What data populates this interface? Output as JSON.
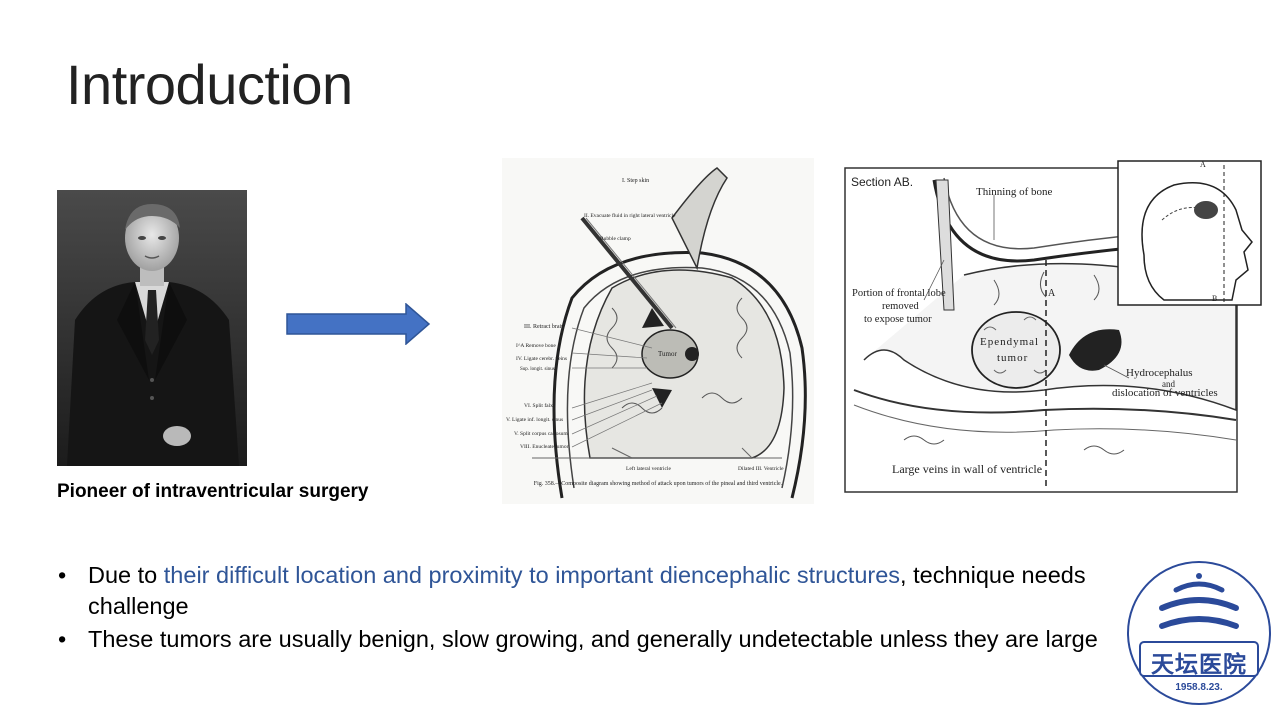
{
  "slide": {
    "title": "Introduction",
    "caption": "Pioneer of intraventricular surgery",
    "bullets": [
      {
        "prefix": "Due to ",
        "highlight": "their difficult location and proximity to important diencephalic structures",
        "suffix": ",  technique needs challenge"
      },
      {
        "prefix": "These tumors are usually benign, slow growing, and generally undetectable unless they are large"
      }
    ],
    "bullet_char": "•"
  },
  "diagram1": {
    "labels": {
      "l1": "I. Step  skin",
      "l2": "II. Evacuate fluid in right lateral ventricle",
      "l3": "Rubble clamp",
      "l4": "III. Retract brain",
      "l5": "I^A Remove bone",
      "l6": "IV. Ligate cerebr. veins",
      "l7": "Sup. longit. sinus",
      "l8": "VI. Split falx",
      "l9": "V. Ligate inf. longit. sinus",
      "l10": "V. Split corpus callosum",
      "l11": "VIII. Enucleate tumor",
      "l12": "Left lateral ventricle",
      "l13": "Dilated III. Ventricle",
      "tumor": "Tumor",
      "caption": "Fig. 358.—Composite diagram showing method of attack upon tumors of the pineal and third ventricle."
    }
  },
  "diagram2": {
    "labels": {
      "section": "Section AB.",
      "thinning": "Thinning of bone",
      "portion1": "Portion of frontal lobe",
      "portion2": "removed",
      "portion3": "to expose tumor",
      "ependymal1": "Ependymal",
      "ependymal2": "tumor",
      "hydro1": "Hydrocephalus",
      "hydro2": "and",
      "hydro3": "dislocation of ventricles",
      "veins": "Large veins in wall of ventricle",
      "a_top": "A",
      "b_bottom": "B",
      "a_mid": "A"
    }
  },
  "logo": {
    "name": "天坛医院",
    "date": "1958.8.23."
  },
  "colors": {
    "arrow": "#4472c4",
    "highlight": "#2f5597",
    "logo": "#2b4a9a"
  }
}
